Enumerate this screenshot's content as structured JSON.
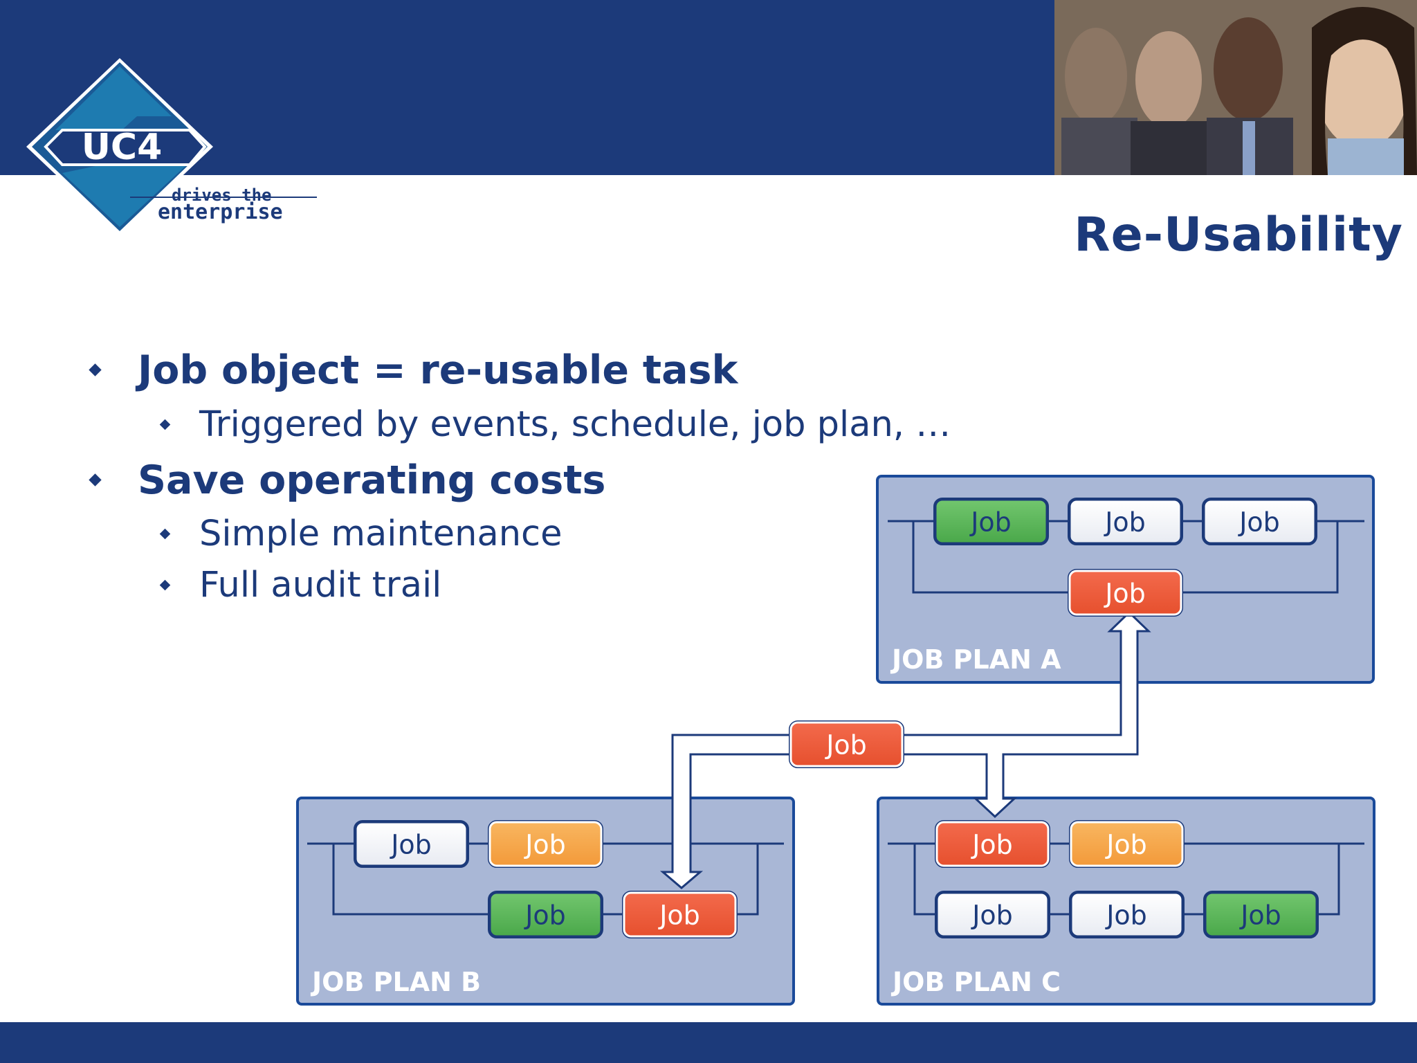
{
  "slide": {
    "title": "Re-Usability",
    "bullets": [
      {
        "text": "Job object = re-usable task",
        "level": 1
      },
      {
        "text": "Triggered by events, schedule, job plan, …",
        "level": 2
      },
      {
        "text": "Save operating costs",
        "level": 1
      },
      {
        "text": "Simple maintenance",
        "level": 2
      },
      {
        "text": "Full audit trail",
        "level": 2
      }
    ]
  },
  "logo": {
    "name": "UC4",
    "tagline_line1": "drives the",
    "tagline_line2": "enterprise"
  },
  "colors": {
    "brand_navy": "#1c3a7a",
    "plan_fill": "#a9b7d6",
    "plan_border": "#1a4a9a",
    "job_green": "#5cb85c",
    "job_orange": "#f5a54a",
    "job_red": "#ef5a3c",
    "job_white": "#f4f5f8"
  },
  "diagram": {
    "job_label": "Job",
    "plans": [
      {
        "label": "JOB PLAN A",
        "jobs": [
          "green",
          "white",
          "white",
          "red"
        ]
      },
      {
        "label": "JOB PLAN B",
        "jobs": [
          "white",
          "orange",
          "green",
          "red"
        ]
      },
      {
        "label": "JOB PLAN C",
        "jobs": [
          "red",
          "orange",
          "white",
          "white",
          "green"
        ]
      }
    ],
    "shared_job": {
      "label": "Job",
      "color": "red"
    }
  }
}
